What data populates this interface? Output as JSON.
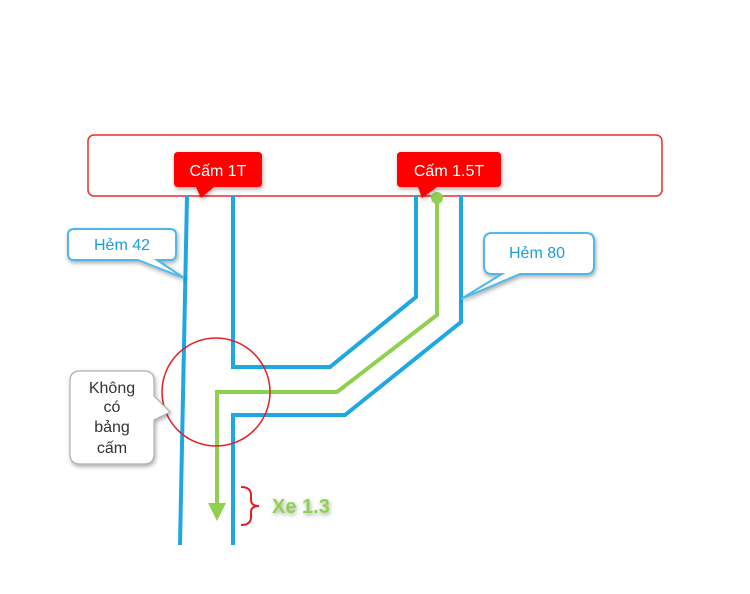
{
  "signs": {
    "ban_1t": "Cấm 1T",
    "ban_1_5t": "Cấm 1.5T"
  },
  "alleys": {
    "left": "Hẻm 42",
    "right": "Hẻm 80"
  },
  "note": {
    "line1": "Không",
    "line2": "có",
    "line3": "bảng",
    "line4": "cấm"
  },
  "vehicle": {
    "label": "Xe 1.3"
  },
  "colors": {
    "road": "#1ea7e1",
    "route": "#8fd14f",
    "sign": "#ff0000",
    "highlight": "#e31e24",
    "callout_border": "#4fb8e8"
  }
}
